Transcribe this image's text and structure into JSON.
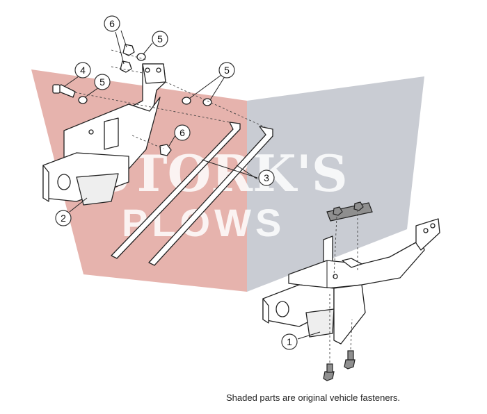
{
  "watermark": {
    "line1": "STORK'S",
    "line2": "PLOWS",
    "left_color": "#e6b3ad",
    "right_color": "#c9ccd3"
  },
  "callouts": [
    {
      "id": "c1",
      "label": "1"
    },
    {
      "id": "c2",
      "label": "2"
    },
    {
      "id": "c3",
      "label": "3"
    },
    {
      "id": "c4",
      "label": "4"
    },
    {
      "id": "c5a",
      "label": "5"
    },
    {
      "id": "c5b",
      "label": "5"
    },
    {
      "id": "c5c",
      "label": "5"
    },
    {
      "id": "c6a",
      "label": "6"
    },
    {
      "id": "c6b",
      "label": "6"
    }
  ],
  "caption": "Shaded parts are original vehicle fasteners."
}
